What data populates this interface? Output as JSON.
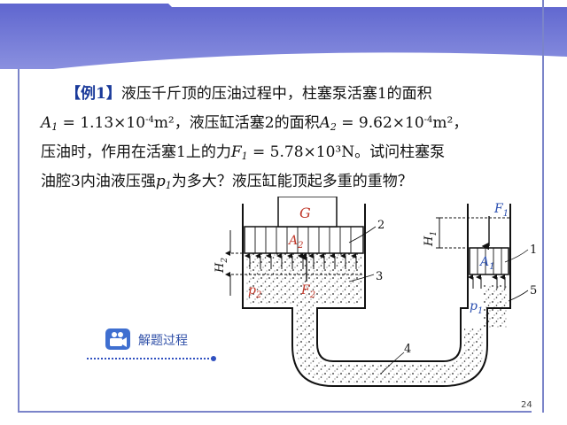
{
  "problem": {
    "tag": "【例1】",
    "l1": "液压千斤顶的压油过程中，柱塞泵活塞1的面积",
    "l2_a": "A",
    "l2_a_sub": "1",
    "l2_b": " = 1.13×10",
    "l2_b_sup": "-4",
    "l2_c": "m²，液压缸活塞2的面积",
    "l2_d": "A",
    "l2_d_sub": "2",
    "l2_e": " = 9.62×10",
    "l2_e_sup": "-4",
    "l2_f": "m²，",
    "l3_a": "压油时，作用在活塞1上的力",
    "l3_b": "F",
    "l3_b_sub": "1",
    "l3_c": " = 5.78×10³N。试问柱塞泵",
    "l4_a": "油腔3内油液压强",
    "l4_b": "p",
    "l4_b_sub": "1",
    "l4_c": "为多大？液压缸能顶起多重的重物？"
  },
  "diagram": {
    "G": "G",
    "A": "A",
    "A2_sub": "2",
    "H": "H",
    "H2_sub": "2",
    "p": "p",
    "p2_sub": "2",
    "F": "F",
    "F2_sub": "2",
    "F1_sub": "1",
    "H1_sub": "1",
    "A1_sub": "1",
    "p1_sub": "1",
    "n1": "1",
    "n2": "2",
    "n3": "3",
    "n4": "4",
    "n5": "5"
  },
  "solve": {
    "label": "解题过程"
  },
  "page": {
    "number": "24"
  }
}
